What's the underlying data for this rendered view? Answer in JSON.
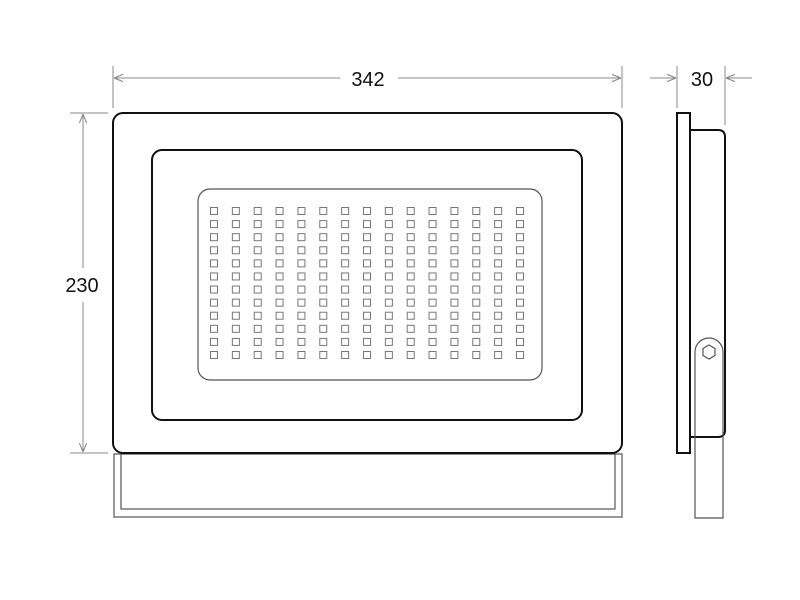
{
  "drawing": {
    "dimensions": {
      "width_label": "342",
      "height_label": "230",
      "depth_label": "30"
    },
    "led_grid": {
      "columns": 15,
      "rows": 12
    },
    "colors": {
      "outline": "#111111",
      "dimension_line": "#8a8a8a",
      "led": "#777777"
    }
  }
}
